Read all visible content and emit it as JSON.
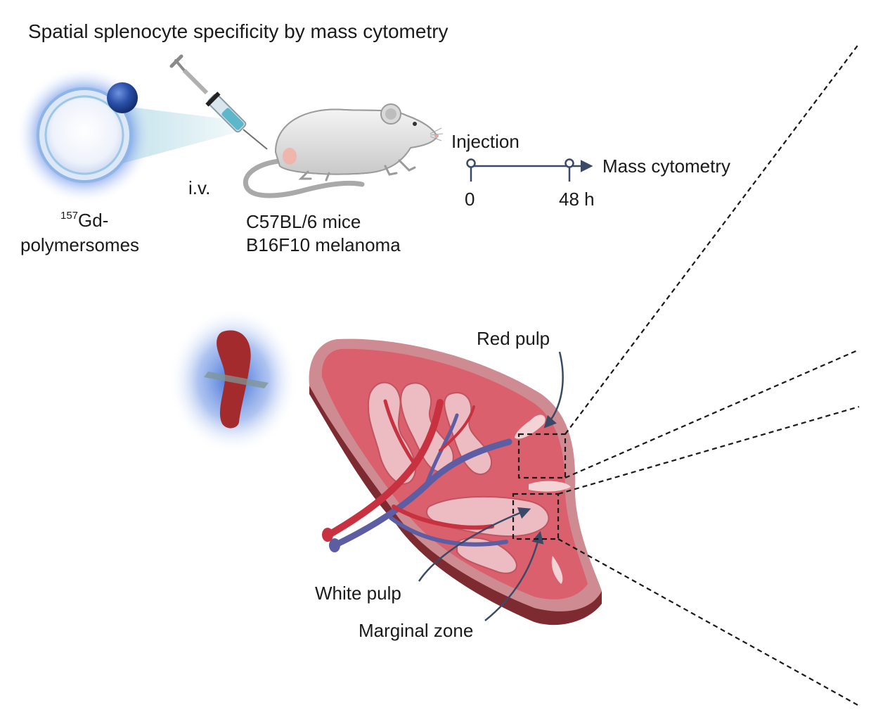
{
  "title": "Spatial splenocyte specificity by mass cytometry",
  "nanoparticle": {
    "isotope": "157",
    "label_line1": "Gd-",
    "label_line2": "polymersomes"
  },
  "route": "i.v.",
  "mouse": {
    "strain": "C57BL/6 mice",
    "model": "B16F10 melanoma"
  },
  "timeline": {
    "start_label": "Injection",
    "start_time": "0",
    "end_time": "48 h",
    "end_label": "Mass cytometry"
  },
  "spleen_regions": {
    "red_pulp": "Red pulp",
    "white_pulp": "White pulp",
    "marginal_zone": "Marginal zone"
  },
  "colors": {
    "text": "#1a1a1a",
    "glow_blue": "#3f6fd8",
    "sphere_blue": "#2a4fa8",
    "spleen_tissue": "#d9606c",
    "spleen_surface": "#c9868c",
    "spleen_edge": "#8f2c34",
    "white_pulp": "#ecbcc2",
    "artery": "#c8313f",
    "vein": "#5d5da4",
    "arrow": "#3a4a66"
  }
}
